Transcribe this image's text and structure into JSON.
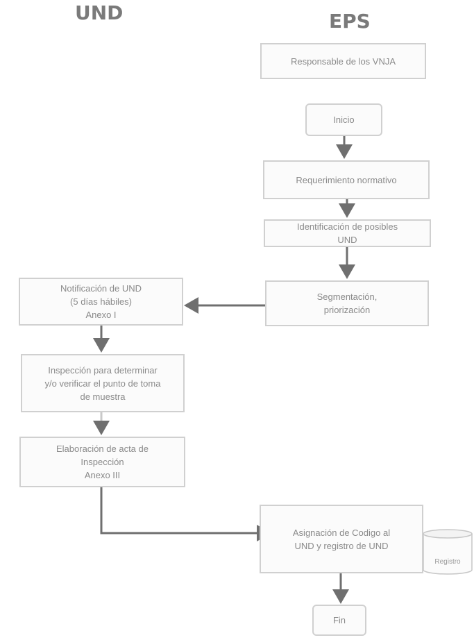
{
  "lanes": {
    "left": "UND",
    "right": "EPS"
  },
  "nodes": {
    "responsable": "Responsable de los VNJA",
    "inicio": "Inicio",
    "requerimiento": "Requerimiento normativo",
    "identificacion": "Identificación de posibles\nUND",
    "segmentacion": "Segmentación,\npriorización",
    "notificacion": "Notificación de UND\n(5 días hábiles)\nAnexo I",
    "inspeccion": "Inspección para determinar\ny/o verificar el punto de toma\nde muestra",
    "elaboracion": "Elaboración de acta de\nInspección\nAnexo III",
    "asignacion": "Asignación de Codigo al\nUND y registro de UND",
    "registro": "Registro",
    "fin": "Fin"
  },
  "colors": {
    "arrow": "#6f6f6f",
    "box_border": "#d0d0d0",
    "text": "#8a8a8a",
    "title": "#7a7a7a"
  }
}
